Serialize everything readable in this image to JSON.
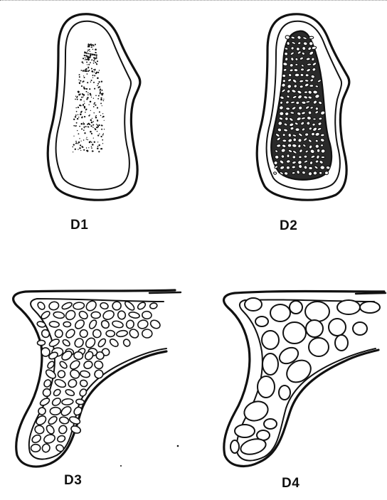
{
  "panels": [
    {
      "id": "D1",
      "label": "D1"
    },
    {
      "id": "D2",
      "label": "D2"
    },
    {
      "id": "D3",
      "label": "D3"
    },
    {
      "id": "D4",
      "label": "D4"
    }
  ],
  "colors": {
    "ink": "#111111",
    "background": "#ffffff"
  }
}
